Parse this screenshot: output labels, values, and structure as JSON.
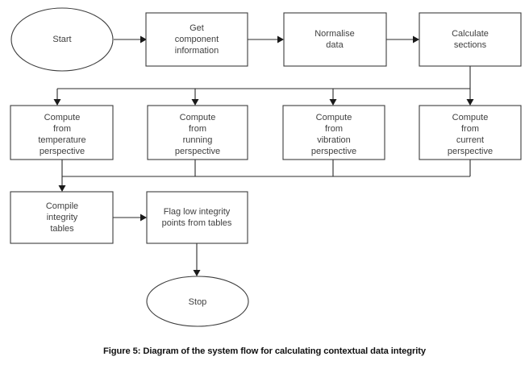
{
  "figure": {
    "caption": "Figure 5: Diagram of the system flow for calculating contextual data integrity",
    "background_color": "#ffffff",
    "stroke_color": "#3c3c3c",
    "text_color": "#3f3f3f",
    "caption_color": "#111111"
  },
  "nodes": {
    "start": {
      "label": "Start",
      "shape": "ellipse"
    },
    "get_component": {
      "line1": "Get",
      "line2": "component",
      "line3": "information",
      "shape": "rect"
    },
    "normalise": {
      "line1": "Normalise",
      "line2": "data",
      "shape": "rect"
    },
    "calculate_sections": {
      "line1": "Calculate",
      "line2": "sections",
      "shape": "rect"
    },
    "compute_temperature": {
      "line1": "Compute",
      "line2": "from",
      "line3": "temperature",
      "line4": "perspective",
      "shape": "rect"
    },
    "compute_running": {
      "line1": "Compute",
      "line2": "from",
      "line3": "running",
      "line4": "perspective",
      "shape": "rect"
    },
    "compute_vibration": {
      "line1": "Compute",
      "line2": "from",
      "line3": "vibration",
      "line4": "perspective",
      "shape": "rect"
    },
    "compute_current": {
      "line1": "Compute",
      "line2": "from",
      "line3": "current",
      "line4": "perspective",
      "shape": "rect"
    },
    "compile_tables": {
      "line1": "Compile",
      "line2": "integrity",
      "line3": "tables",
      "shape": "rect"
    },
    "flag_low_integrity": {
      "line1": "Flag low integrity",
      "line2": "points from tables",
      "shape": "rect"
    },
    "stop": {
      "label": "Stop",
      "shape": "ellipse"
    }
  },
  "chart_data": {
    "type": "diagram",
    "title": "Figure 5: Diagram of the system flow for calculating contextual data integrity",
    "diagram_kind": "flowchart",
    "orientation": "top-to-bottom",
    "nodes": [
      {
        "id": "start",
        "text": "Start",
        "shape": "ellipse",
        "row": 1
      },
      {
        "id": "get_component",
        "text": "Get component information",
        "shape": "rect",
        "row": 1
      },
      {
        "id": "normalise",
        "text": "Normalise data",
        "shape": "rect",
        "row": 1
      },
      {
        "id": "calculate_sections",
        "text": "Calculate sections",
        "shape": "rect",
        "row": 1
      },
      {
        "id": "compute_temperature",
        "text": "Compute from temperature perspective",
        "shape": "rect",
        "row": 2
      },
      {
        "id": "compute_running",
        "text": "Compute from running perspective",
        "shape": "rect",
        "row": 2
      },
      {
        "id": "compute_vibration",
        "text": "Compute from vibration perspective",
        "shape": "rect",
        "row": 2
      },
      {
        "id": "compute_current",
        "text": "Compute from current perspective",
        "shape": "rect",
        "row": 2
      },
      {
        "id": "compile_tables",
        "text": "Compile integrity tables",
        "shape": "rect",
        "row": 3
      },
      {
        "id": "flag_low_integrity",
        "text": "Flag low integrity points from tables",
        "shape": "rect",
        "row": 3
      },
      {
        "id": "stop",
        "text": "Stop",
        "shape": "ellipse",
        "row": 4
      }
    ],
    "edges": [
      {
        "from": "start",
        "to": "get_component",
        "style": "arrow"
      },
      {
        "from": "get_component",
        "to": "normalise",
        "style": "arrow"
      },
      {
        "from": "normalise",
        "to": "calculate_sections",
        "style": "arrow"
      },
      {
        "from": "calculate_sections",
        "to": "compute_temperature",
        "style": "arrow-bus"
      },
      {
        "from": "calculate_sections",
        "to": "compute_running",
        "style": "arrow-bus"
      },
      {
        "from": "calculate_sections",
        "to": "compute_vibration",
        "style": "arrow-bus"
      },
      {
        "from": "calculate_sections",
        "to": "compute_current",
        "style": "arrow-bus"
      },
      {
        "from": "compute_temperature",
        "to": "compile_tables",
        "style": "arrow-bus"
      },
      {
        "from": "compute_running",
        "to": "compile_tables",
        "style": "arrow-bus"
      },
      {
        "from": "compute_vibration",
        "to": "compile_tables",
        "style": "arrow-bus"
      },
      {
        "from": "compute_current",
        "to": "compile_tables",
        "style": "arrow-bus"
      },
      {
        "from": "compile_tables",
        "to": "flag_low_integrity",
        "style": "arrow"
      },
      {
        "from": "flag_low_integrity",
        "to": "stop",
        "style": "arrow"
      }
    ]
  }
}
